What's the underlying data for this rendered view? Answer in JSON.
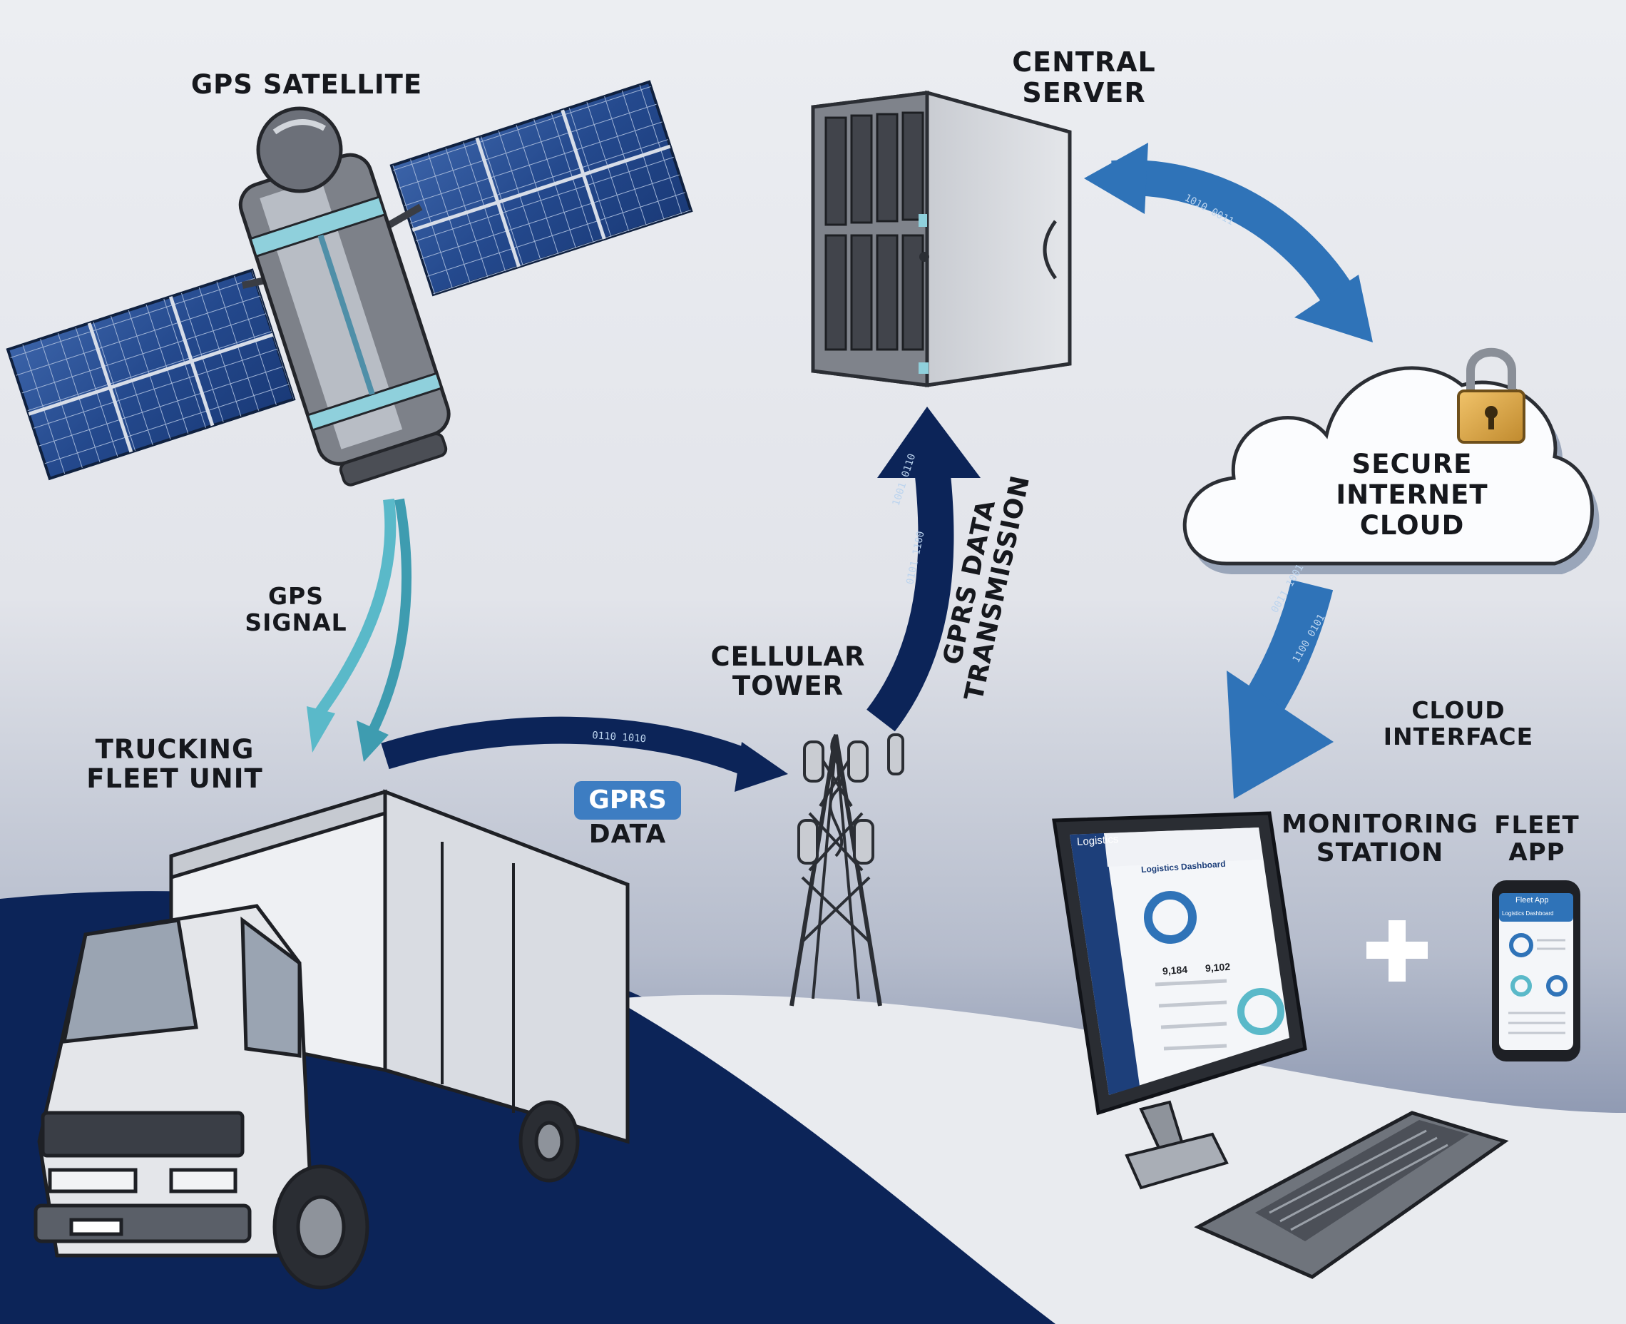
{
  "labels": {
    "gps_satellite": "GPS SATELLITE",
    "central_server": [
      "CENTRAL",
      "SERVER"
    ],
    "secure_cloud": [
      "SECURE",
      "INTERNET",
      "CLOUD"
    ],
    "gps_signal": [
      "GPS",
      "SIGNAL"
    ],
    "cellular_tower": [
      "CELLULAR",
      "TOWER"
    ],
    "gprs_transmission": [
      "GPRS DATA",
      "TRANSMISSION"
    ],
    "trucking_fleet_unit": [
      "TRUCKING",
      "FLEET UNIT"
    ],
    "gprs_badge": "GPRS",
    "gprs_data": "DATA",
    "cloud_interface": [
      "CLOUD",
      "INTERFACE"
    ],
    "monitoring_station": [
      "MONITORING",
      "STATION"
    ],
    "fleet_app": [
      "FLEET",
      "APP"
    ]
  },
  "dashboard": {
    "brand": "Logistics",
    "title": "Logistics Dashboard",
    "stat_1": "9,184",
    "stat_2": "9,102"
  },
  "phone": {
    "header": "Fleet App",
    "title": "Logistics Dashboard"
  },
  "data_stream_bits": [
    "1001 0110",
    "0101 1100",
    "1010 0011",
    "0011 1001",
    "1100 0101",
    "0110 1010"
  ],
  "colors": {
    "navy": "#0c2458",
    "arrow_blue": "#2f73b8",
    "teal": "#5ab9c9",
    "badge_blue": "#3d7dc2",
    "background": "#e6e8ed"
  },
  "icons": [
    "satellite-icon",
    "server-icon",
    "cloud-icon",
    "lock-icon",
    "tower-icon",
    "truck-icon",
    "monitor-icon",
    "keyboard-icon",
    "phone-icon",
    "plus-icon"
  ]
}
